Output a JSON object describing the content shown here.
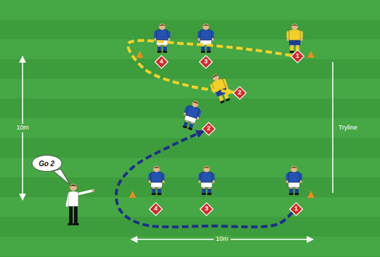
{
  "diagram": {
    "nodes": [
      {
        "text": [
          "4"
        ]
      },
      {
        "text": [
          "3"
        ]
      },
      {
        "text": [
          "1"
        ]
      },
      {
        "text": [
          "2"
        ]
      },
      {
        "text": [
          "2"
        ]
      },
      {
        "text": [
          "Go 2"
        ]
      },
      {
        "text": [
          "4"
        ]
      },
      {
        "text": [
          "3"
        ]
      },
      {
        "text": [
          "1"
        ]
      }
    ],
    "edges": [
      {
        "from": 2,
        "to": 3,
        "arrow": "to"
      },
      {
        "from": 8,
        "to": 4,
        "arrow": "to"
      }
    ],
    "labels": [
      "10m",
      "Tryline",
      "10m"
    ]
  }
}
